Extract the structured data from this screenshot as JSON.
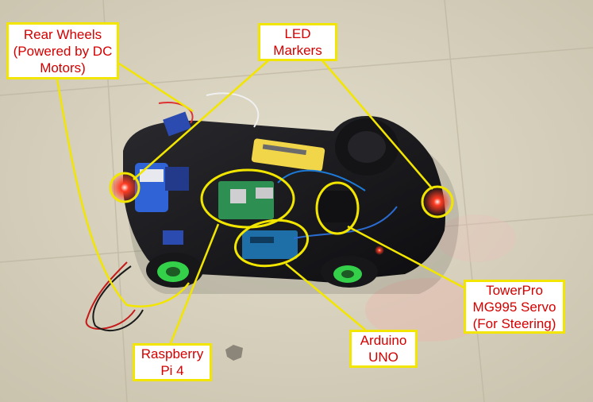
{
  "annotations": {
    "rear_wheels": [
      "Rear Wheels",
      "(Powered by DC",
      "Motors)"
    ],
    "led_markers": [
      "LED",
      "Markers"
    ],
    "servo": [
      "TowerPro",
      "MG995 Servo",
      "(For Steering)"
    ],
    "arduino": [
      "Arduino",
      "UNO"
    ],
    "raspberry_pi": [
      "Raspberry",
      "Pi 4"
    ]
  },
  "colors": {
    "label_text": "#d40000",
    "label_border": "#f2e600",
    "callout_line": "#f2e600",
    "floor": "#dcd6c4",
    "led_glow": "#ff2a1a"
  }
}
